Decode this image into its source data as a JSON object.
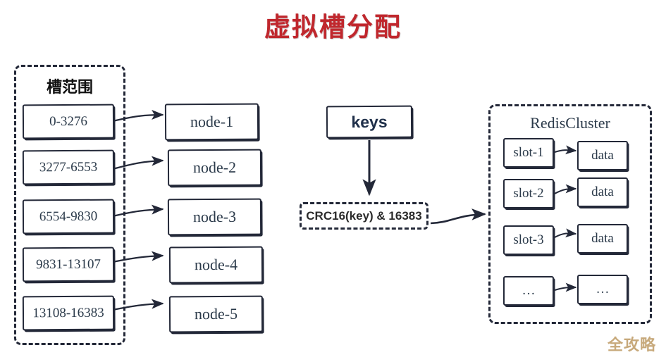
{
  "title": "虚拟槽分配",
  "colors": {
    "title_red": "#c0272d",
    "ink": "#232838",
    "text_navy": "#2b3a4a",
    "watermark": "#c7a97b",
    "background": "#ffffff"
  },
  "slot_range_panel": {
    "title": "槽范围",
    "rows": [
      {
        "range": "0-3276",
        "node": "node-1"
      },
      {
        "range": "3277-6553",
        "node": "node-2"
      },
      {
        "range": "6554-9830",
        "node": "node-3"
      },
      {
        "range": "9831-13107",
        "node": "node-4"
      },
      {
        "range": "13108-16383",
        "node": "node-5"
      }
    ]
  },
  "middle": {
    "keys_label": "keys",
    "hash_expression": "CRC16(key) & 16383"
  },
  "cluster_panel": {
    "title": "RedisCluster",
    "rows": [
      {
        "slot": "slot-1",
        "data": "data"
      },
      {
        "slot": "slot-2",
        "data": "data"
      },
      {
        "slot": "slot-3",
        "data": "data"
      },
      {
        "slot": "…",
        "data": "…"
      }
    ]
  },
  "watermark": "全攻略"
}
